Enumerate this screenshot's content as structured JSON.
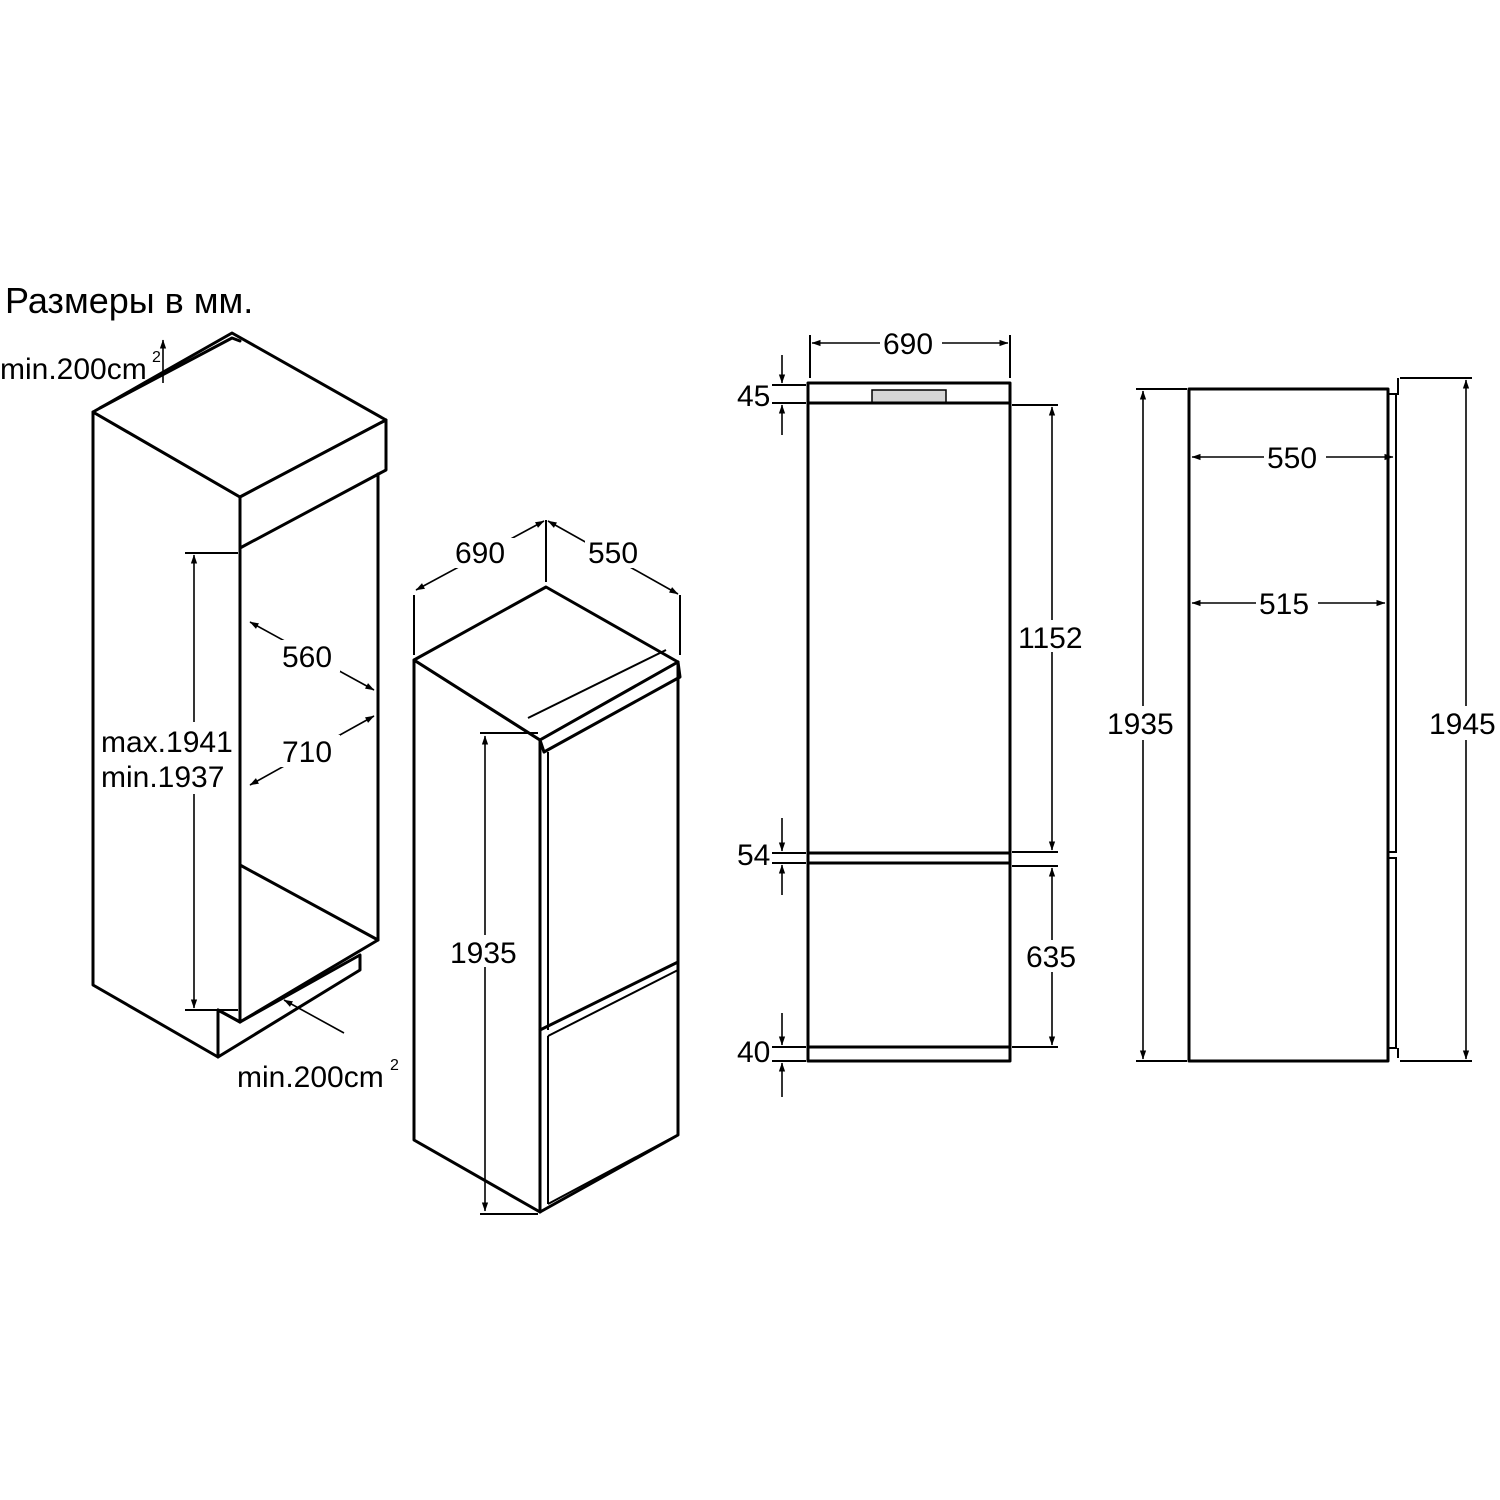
{
  "title": "Размеры в мм.",
  "niche": {
    "vent_top": "min.200cm",
    "vent_bottom": "min.200cm",
    "vent_sup": "2",
    "height_max": "max.1941",
    "height_min": "min.1937",
    "width": "560",
    "depth": "710"
  },
  "appliance_iso": {
    "width": "690",
    "depth": "550",
    "height": "1935"
  },
  "front_view": {
    "width": "690",
    "top_gap": "45",
    "upper_door": "1152",
    "middle_gap": "54",
    "lower_door": "635",
    "bottom_gap": "40"
  },
  "side_view": {
    "depth_outer": "550",
    "depth_inner": "515",
    "body_height": "1935",
    "total_height": "1945"
  }
}
